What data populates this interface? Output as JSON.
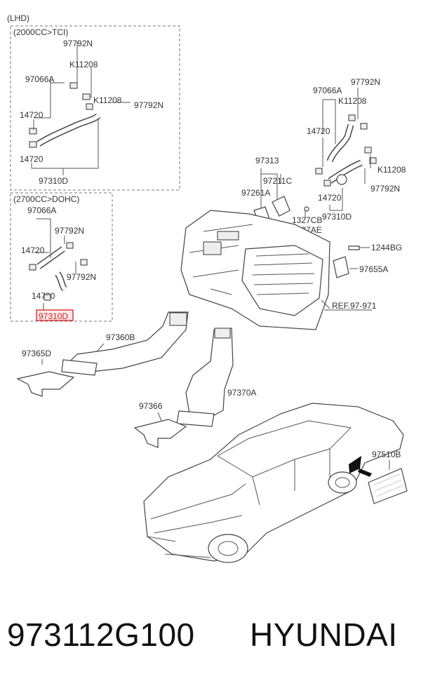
{
  "diagram": {
    "lhd": "(LHD)",
    "groups": {
      "tci": "(2000CC>TCI)",
      "dohc": "(2700CC>DOHC)"
    },
    "labels": {
      "g1_97792N": "97792N",
      "g1_K11208a": "K11208",
      "g1_97066A": "97066A",
      "g1_K11208b": "K11208",
      "g1_97792Nb": "97792N",
      "g1_14720a": "14720",
      "g1_14720b": "14720",
      "g1_97310D": "97310D",
      "g2_97066A": "97066A",
      "g2_97792Na": "97792N",
      "g2_14720a": "14720",
      "g2_97792Nb": "97792N",
      "g2_14720b": "14720",
      "g2_97310D": "97310D",
      "r_97066A": "97066A",
      "r_97792Na": "97792N",
      "r_K11208a": "K11208",
      "r_14720a": "14720",
      "r_K11208b": "K11208",
      "r_97792Nb": "97792N",
      "r_14720b": "14720",
      "r_97310D": "97310D",
      "p97313": "97313",
      "p97211C": "97211C",
      "p97261A": "97261A",
      "p1327CB": "1327CB",
      "p1327AE": "1327AE",
      "p1244BG": "1244BG",
      "p97655A": "97655A",
      "ref": "REF.97-971",
      "p97360B": "97360B",
      "p97365D": "97365D",
      "p97370A": "97370A",
      "p97366": "97366",
      "p97510B": "97510B"
    }
  },
  "footer": {
    "part_number": "973112G100",
    "brand": "HYUNDAI"
  },
  "colors": {
    "highlight": "#d62020",
    "highlight_fill": "#fde8e8"
  }
}
